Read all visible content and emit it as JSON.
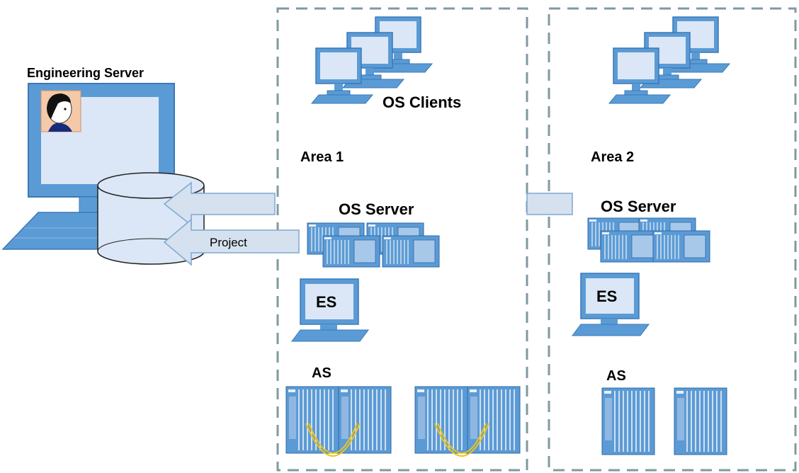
{
  "labels": {
    "engineering_server": "Engineering Server",
    "os_clients": "OS Clients",
    "area_1": "Area 1",
    "area_2": "Area 2",
    "os_server_1": "OS Server",
    "os_server_2": "OS Server",
    "es_1": "ES",
    "es_2": "ES",
    "as_1": "AS",
    "as_2": "AS",
    "project": "Project"
  },
  "colors": {
    "monitor_frame": "#5b9bd5",
    "monitor_screen": "#dbe7f6",
    "dashed_border": "#7f9aa0",
    "arrow_fill": "#d5e1ee",
    "arrow_stroke": "#7fa7d0",
    "cable": "#f0c419"
  }
}
